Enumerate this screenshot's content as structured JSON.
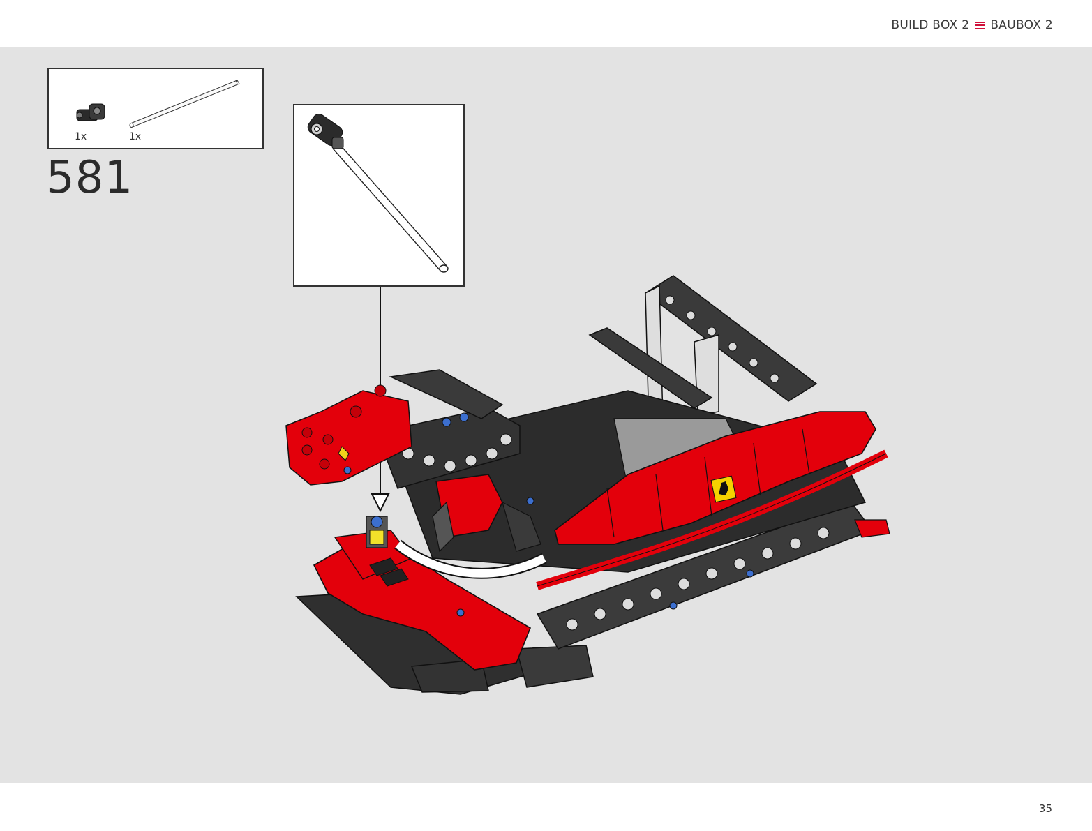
{
  "header": {
    "build_box_en": "BUILD BOX 2",
    "build_box_de": "BAUBOX 2",
    "separator_icon": "menu-lines-icon",
    "accent_color": "#d0103a"
  },
  "parts_list": {
    "items": [
      {
        "icon": "axle-connector-icon",
        "quantity": "1x"
      },
      {
        "icon": "long-axle-icon",
        "quantity": "1x"
      }
    ]
  },
  "step": {
    "number": "581"
  },
  "footer": {
    "page_number": "35"
  }
}
